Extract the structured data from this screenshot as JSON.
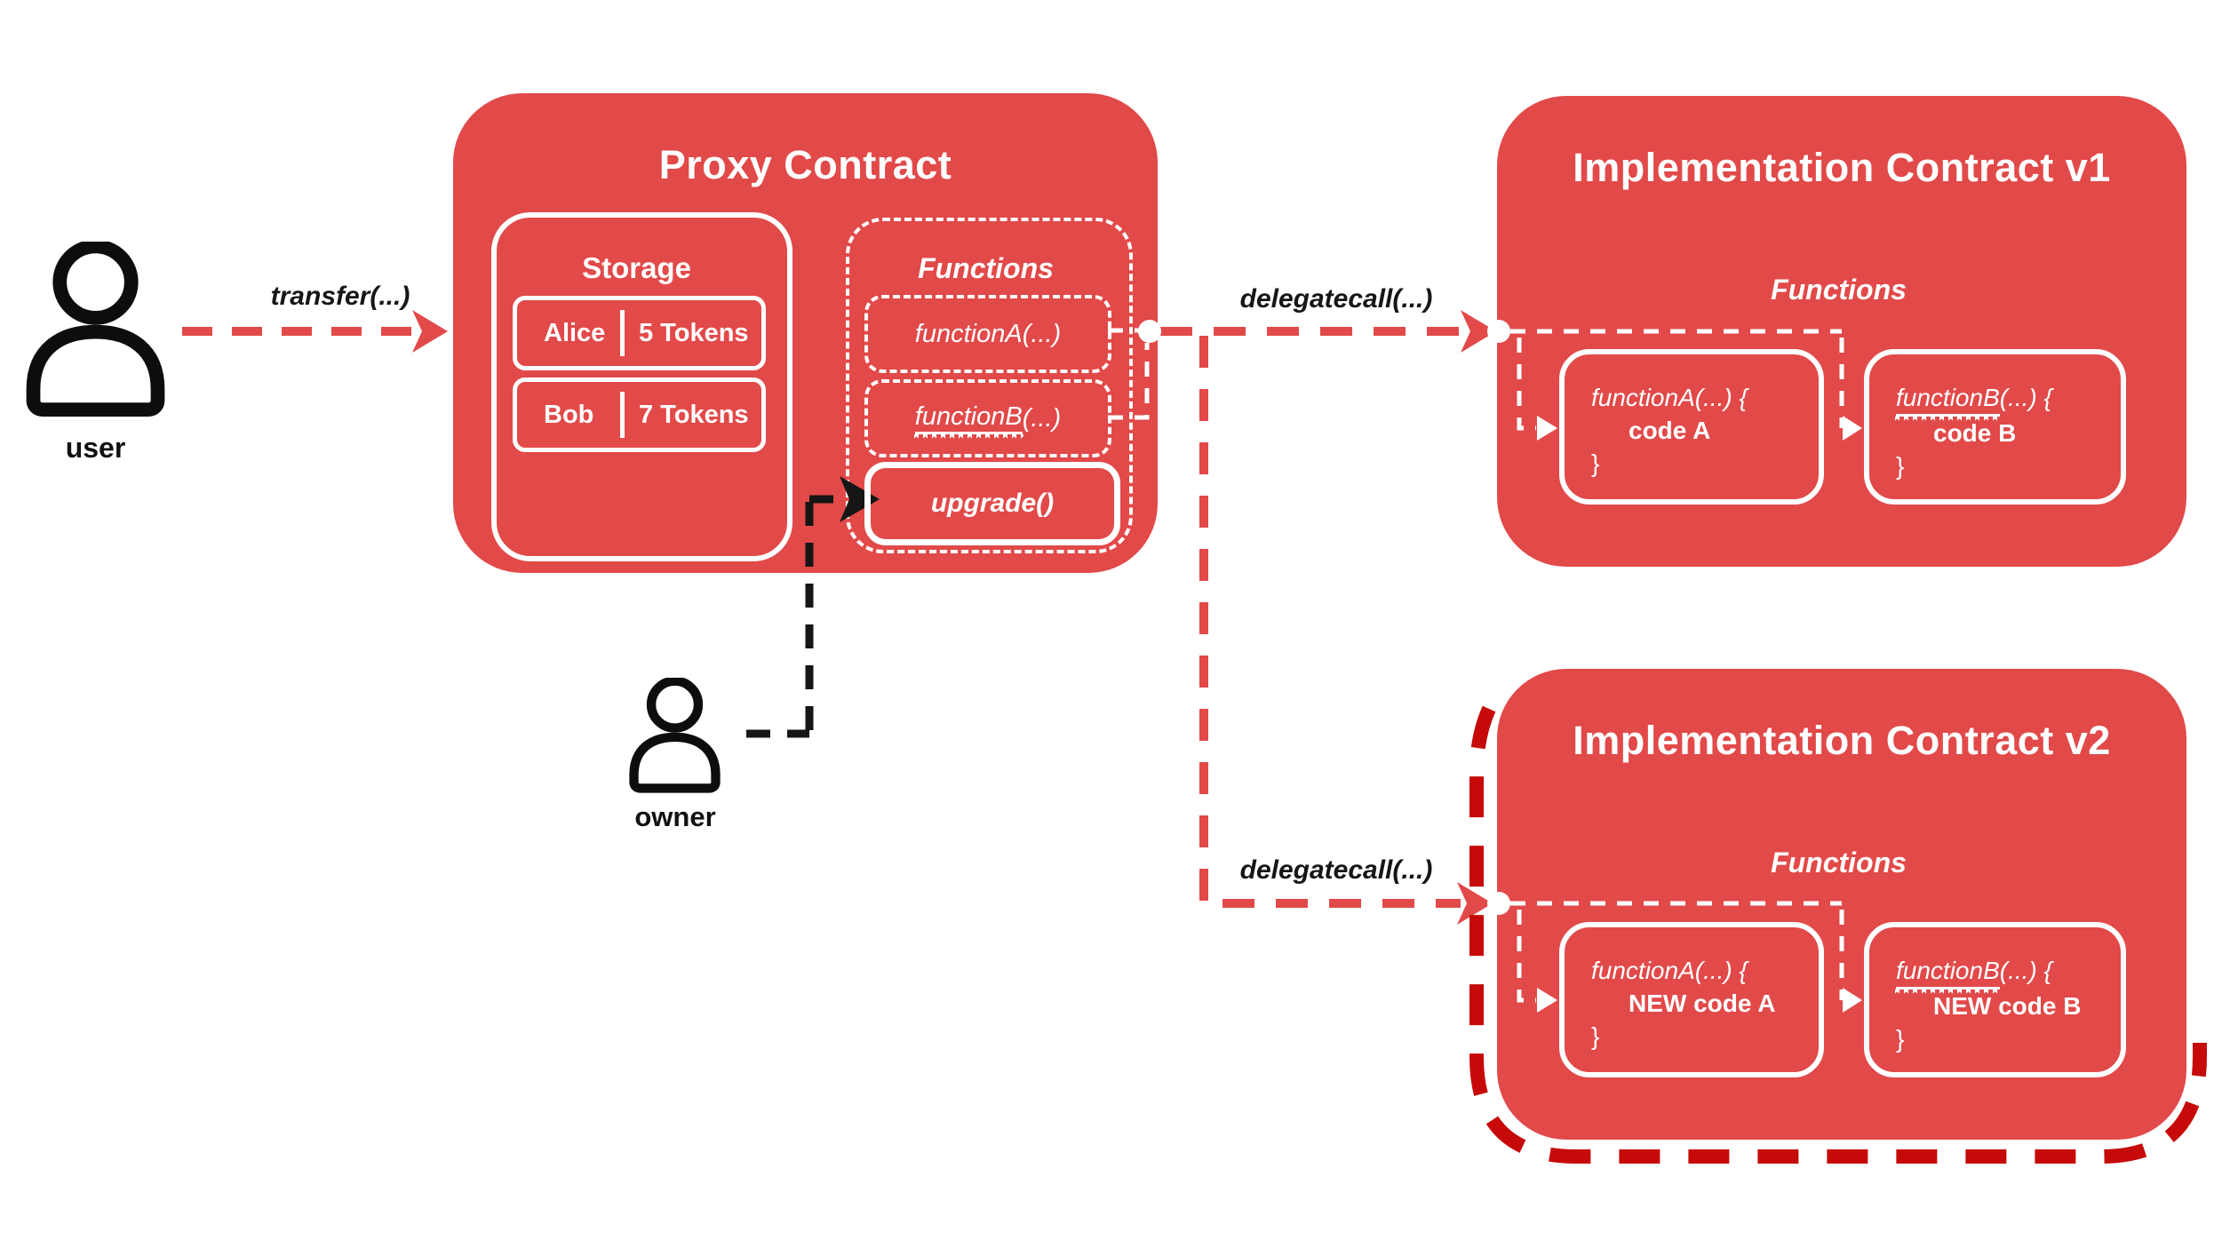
{
  "colors": {
    "contract_red": "#e24949",
    "upgrade_outline_dark_red": "#c60a0a",
    "connector_white": "#ffffff",
    "label_black": "#161616"
  },
  "actors": {
    "user": {
      "label": "user"
    },
    "owner": {
      "label": "owner"
    }
  },
  "calls": {
    "transfer": "transfer(...)",
    "delegatecall_v1": "delegatecall(...)",
    "delegatecall_v2": "delegatecall(...)"
  },
  "proxy": {
    "title": "Proxy Contract",
    "storage": {
      "title": "Storage",
      "rows": [
        {
          "name": "Alice",
          "amount": "5 Tokens"
        },
        {
          "name": "Bob",
          "amount": "7 Tokens"
        }
      ]
    },
    "functions": {
      "title": "Functions",
      "function_a": "functionA(...)",
      "function_b_name": "functionB",
      "function_b_args": "(...)",
      "upgrade": "upgrade()"
    }
  },
  "implementation_v1": {
    "title": "Implementation Contract v1",
    "functions_title": "Functions",
    "function_a": {
      "signature": "functionA(...) {",
      "body": "code A",
      "close": "}"
    },
    "function_b": {
      "name": "functionB",
      "args": "(...) {",
      "body": "code B",
      "close": "}"
    }
  },
  "implementation_v2": {
    "title": "Implementation Contract v2",
    "functions_title": "Functions",
    "function_a": {
      "signature": "functionA(...) {",
      "body": "NEW code A",
      "close": "}"
    },
    "function_b": {
      "name": "functionB",
      "args": "(...) {",
      "body": "NEW code B",
      "close": "}"
    }
  }
}
